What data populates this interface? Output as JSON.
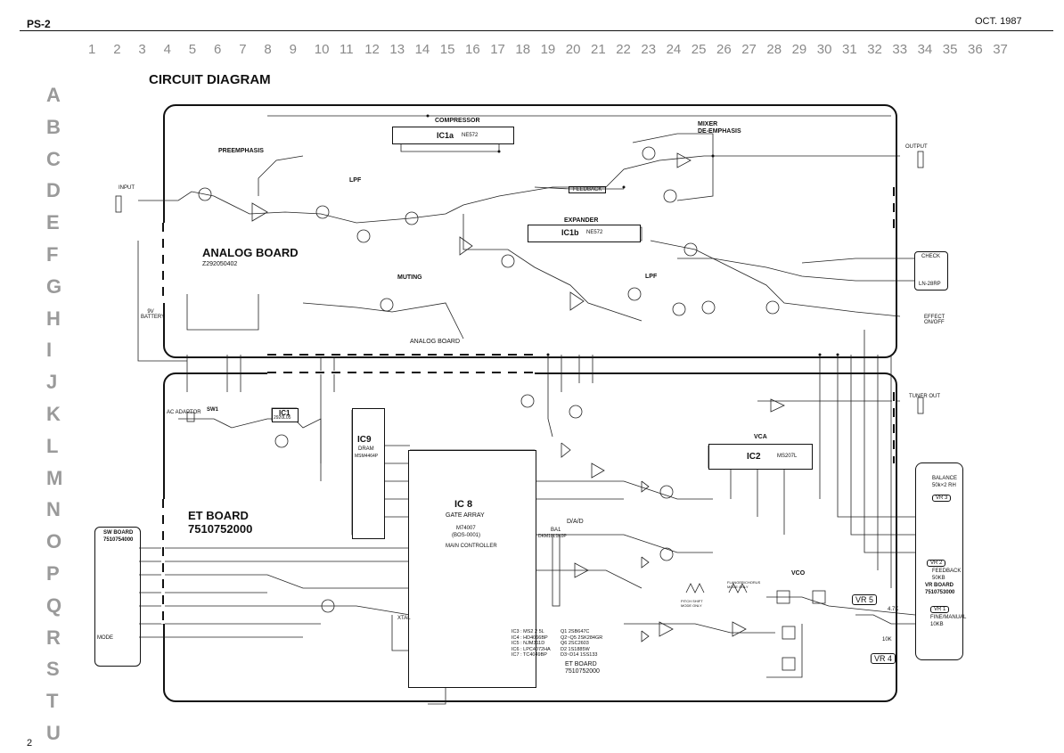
{
  "header": {
    "page_label": "PS-2",
    "date": "OCT. 1987",
    "page_number": "2"
  },
  "columns": [
    "1",
    "2",
    "3",
    "4",
    "5",
    "6",
    "7",
    "8",
    "9",
    "10",
    "11",
    "12",
    "13",
    "14",
    "15",
    "16",
    "17",
    "18",
    "19",
    "20",
    "21",
    "22",
    "23",
    "24",
    "25",
    "26",
    "27",
    "28",
    "29",
    "30",
    "31",
    "32",
    "33",
    "34",
    "35",
    "36",
    "37"
  ],
  "rows": [
    "A",
    "B",
    "C",
    "D",
    "E",
    "F",
    "G",
    "H",
    "I",
    "J",
    "K",
    "L",
    "M",
    "N",
    "O",
    "P",
    "Q",
    "R",
    "S",
    "T",
    "U"
  ],
  "title": "CIRCUIT DIAGRAM",
  "analog_board": {
    "name": "ANALOG BOARD",
    "code": "Z292050402",
    "compressor": "COMPRESSOR",
    "ic1a": "IC1a",
    "ne572": "NE572",
    "preemphasis": "PREEMPHASIS",
    "lpf1": "LPF",
    "input": "INPUT",
    "mixer": "MIXER",
    "de_emphasis": "DE-EMPHASIS",
    "output": "OUTPUT",
    "feedback": "FEEDBACK",
    "expander": "EXPANDER",
    "ic1b": "IC1b",
    "lpf2": "LPF",
    "muting": "MUTING",
    "battery": "9V BATTERY",
    "check": "CHECK",
    "led": "LN-28RP",
    "effect": "EFFECT ON/OFF",
    "footer": "ANALOG BOARD"
  },
  "et_board": {
    "name": "ET BOARD",
    "code": "7510752000",
    "ac_adaptor": "AC ADAPTOR",
    "sw1": "SW1",
    "ic1": "IC1",
    "ic1_part": "2920L05",
    "ic9": "IC9",
    "dram": "DRAM",
    "ic9_part": "MSM4464P",
    "ic8": "IC 8",
    "gate_array": "GATE ARRAY",
    "ic8_part": "M74007",
    "ic8_sub": "(BOS-0001)",
    "ic8_role": "MAIN CONTROLLER",
    "ic2": "IC2",
    "ic2_part": "MS207L",
    "vca": "VCA",
    "dad": "D/A/D",
    "ba1": "BA1",
    "ba1_part": "DKM10L1K0P",
    "vco": "VCO",
    "tuner_out": "TUNER OUT",
    "xtal": "XTAL",
    "footer_name": "ET BOARD",
    "footer_code": "7510752000",
    "parts_left": [
      {
        "ref": "IC3",
        "part": "MS2 2 5L"
      },
      {
        "ref": "IC4",
        "part": "HD4066BP"
      },
      {
        "ref": "IC5",
        "part": "NJM311D"
      },
      {
        "ref": "IC6",
        "part": "LPC4072HA"
      },
      {
        "ref": "IC7",
        "part": "TC4049BP"
      }
    ],
    "parts_right": [
      {
        "ref": "Q1",
        "part": "2SB647C"
      },
      {
        "ref": "Q2~Q5",
        "part": "2SK284GR"
      },
      {
        "ref": "Q6",
        "part": "2SC2603"
      },
      {
        "ref": "D2",
        "part": "1S1885W"
      },
      {
        "ref": "D3~D14",
        "part": "1SS133"
      }
    ]
  },
  "sw_board": {
    "name": "SW BOARD",
    "code": "7510754000",
    "mode": "MODE"
  },
  "vr_board": {
    "name": "VR BOARD",
    "code": "7510753000",
    "balance": "BALANCE",
    "balance_val": "50k×2 RH",
    "vr3": "VR 3",
    "vr2": "VR 2",
    "feedback": "FEEDBACK",
    "feedback_val": "50KB",
    "vr1": "VR 1",
    "fine_manual": "FINE/MANUAL",
    "fine_val": "10KB"
  },
  "labels_misc": {
    "vr5": "VR 5",
    "vr4": "VR 4",
    "r_47k": "4.7K",
    "r_10k": "10K",
    "pitch_shift": "PITCH SHIFT MODE ONLY",
    "flanger": "FLANGER/CHORUS MODE ONLY"
  }
}
